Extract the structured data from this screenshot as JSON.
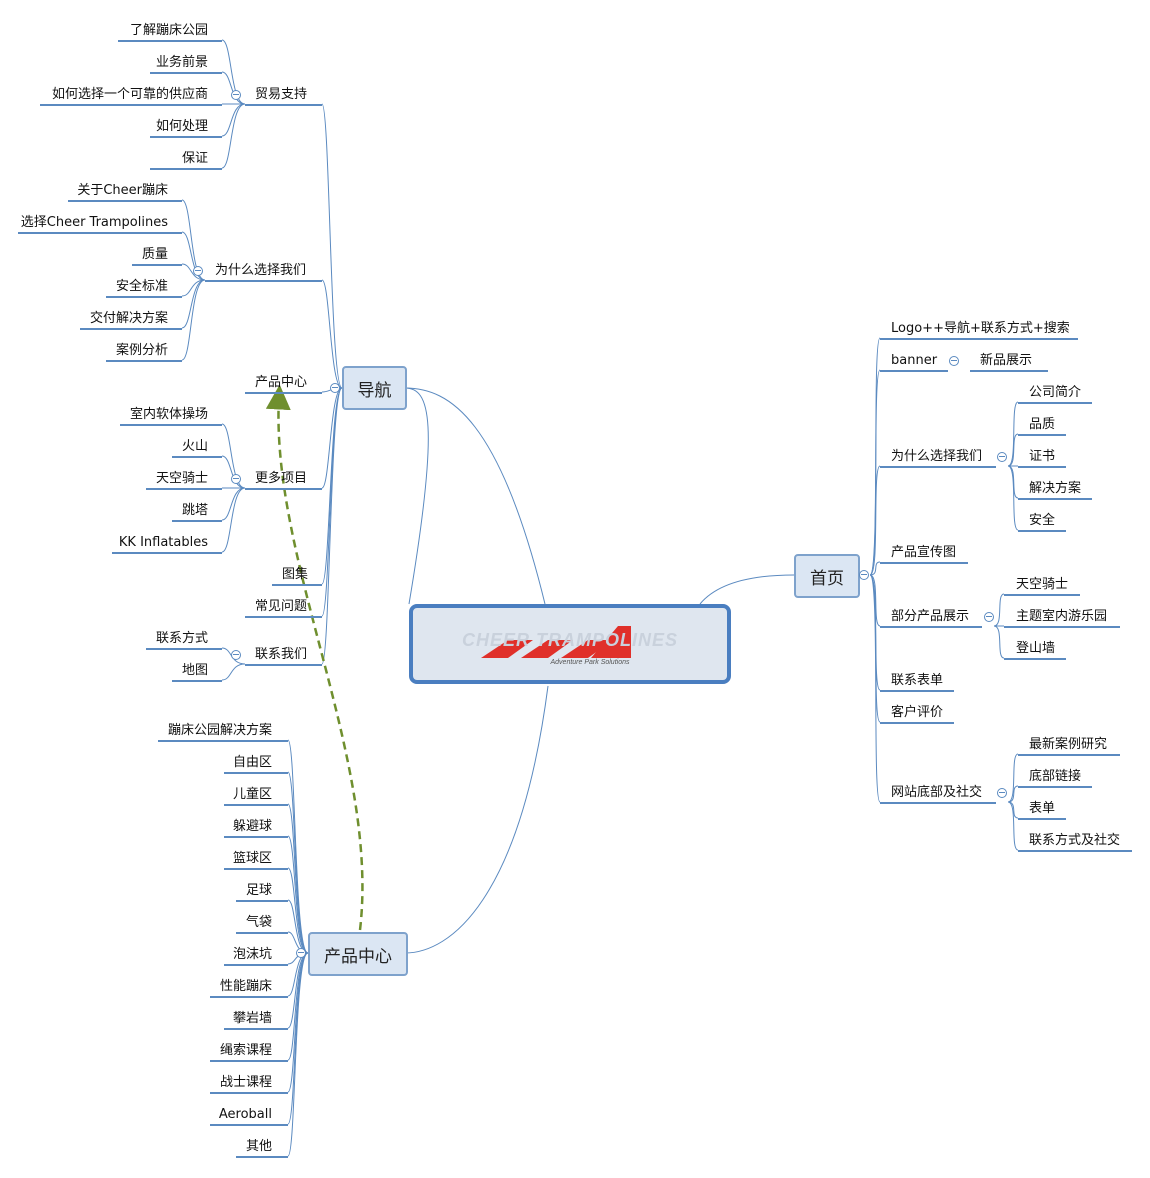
{
  "colors": {
    "branch": "#5b8ac0",
    "accent": "#6f8f2e",
    "main_fill": "#dbe6f3",
    "logo_red": "#e0302a"
  },
  "center": {
    "logo_text": "CHEER TRAMPOLINES",
    "tagline": "Adventure Park Solutions"
  },
  "daohang": {
    "title": "导航",
    "trade": {
      "label": "贸易支持",
      "items": [
        "了解蹦床公园",
        "业务前景",
        "如何选择一个可靠的供应商",
        "如何处理",
        "保证"
      ]
    },
    "why": {
      "label": "为什么选择我们",
      "items": [
        "关于Cheer蹦床",
        "选择Cheer Trampolines",
        "质量",
        "安全标准",
        "交付解决方案",
        "案例分析"
      ]
    },
    "product": "产品中心",
    "more": {
      "label": "更多项目",
      "items": [
        "室内软体操场",
        "火山",
        "天空骑士",
        "跳塔",
        "KK Inflatables"
      ]
    },
    "gallery": "图集",
    "faq": "常见问题",
    "contact": {
      "label": "联系我们",
      "items": [
        "联系方式",
        "地图"
      ]
    }
  },
  "chanpin": {
    "title": "产品中心",
    "items": [
      "蹦床公园解决方案",
      "自由区",
      "儿童区",
      "躲避球",
      "篮球区",
      "足球",
      "气袋",
      "泡沫坑",
      "性能蹦床",
      "攀岩墙",
      "绳索课程",
      "战士课程",
      "Aeroball",
      "其他"
    ]
  },
  "shouye": {
    "title": "首页",
    "logo_nav": "Logo++导航+联系方式+搜索",
    "banner": {
      "label": "banner",
      "child": "新品展示"
    },
    "why": {
      "label": "为什么选择我们",
      "items": [
        "公司简介",
        "品质",
        "证书",
        "解决方案",
        "安全"
      ]
    },
    "promo": "产品宣传图",
    "show": {
      "label": "部分产品展示",
      "items": [
        "天空骑士",
        "主题室内游乐园",
        "登山墙"
      ]
    },
    "form": "联系表单",
    "review": "客户评价",
    "footer": {
      "label": "网站底部及社交",
      "items": [
        "最新案例研究",
        "底部链接",
        "表单",
        "联系方式及社交"
      ]
    }
  }
}
